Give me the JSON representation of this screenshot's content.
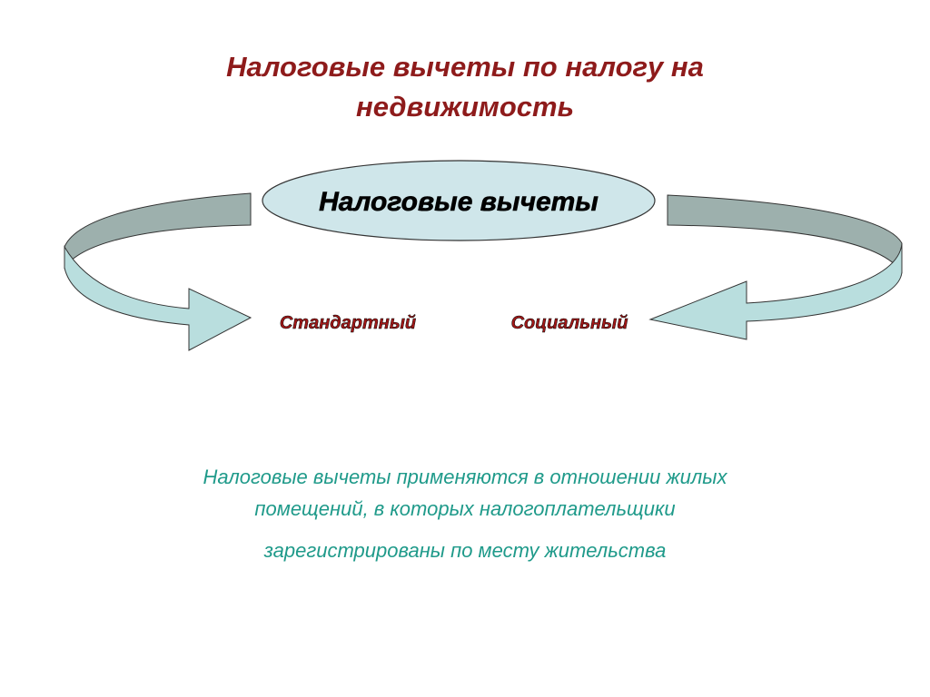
{
  "slide": {
    "title_line1": "Налоговые вычеты по налогу на",
    "title_line2": "недвижимость",
    "center_node": "Налоговые вычеты",
    "left_branch": "Стандартный",
    "right_branch": "Социальный",
    "description_line1": "Налоговые вычеты применяются в отношении жилых",
    "description_line2": "помещений, в которых налогоплательщики",
    "description_line3": "зарегистрированы по месту жительства"
  },
  "colors": {
    "title": "#8e1b1b",
    "branch_text": "#a01818",
    "description": "#1f9a8a",
    "arrow_fill": "#b9dede",
    "arrow_band": "#9db0ad",
    "ellipse_fill": "#cfe6ea"
  }
}
